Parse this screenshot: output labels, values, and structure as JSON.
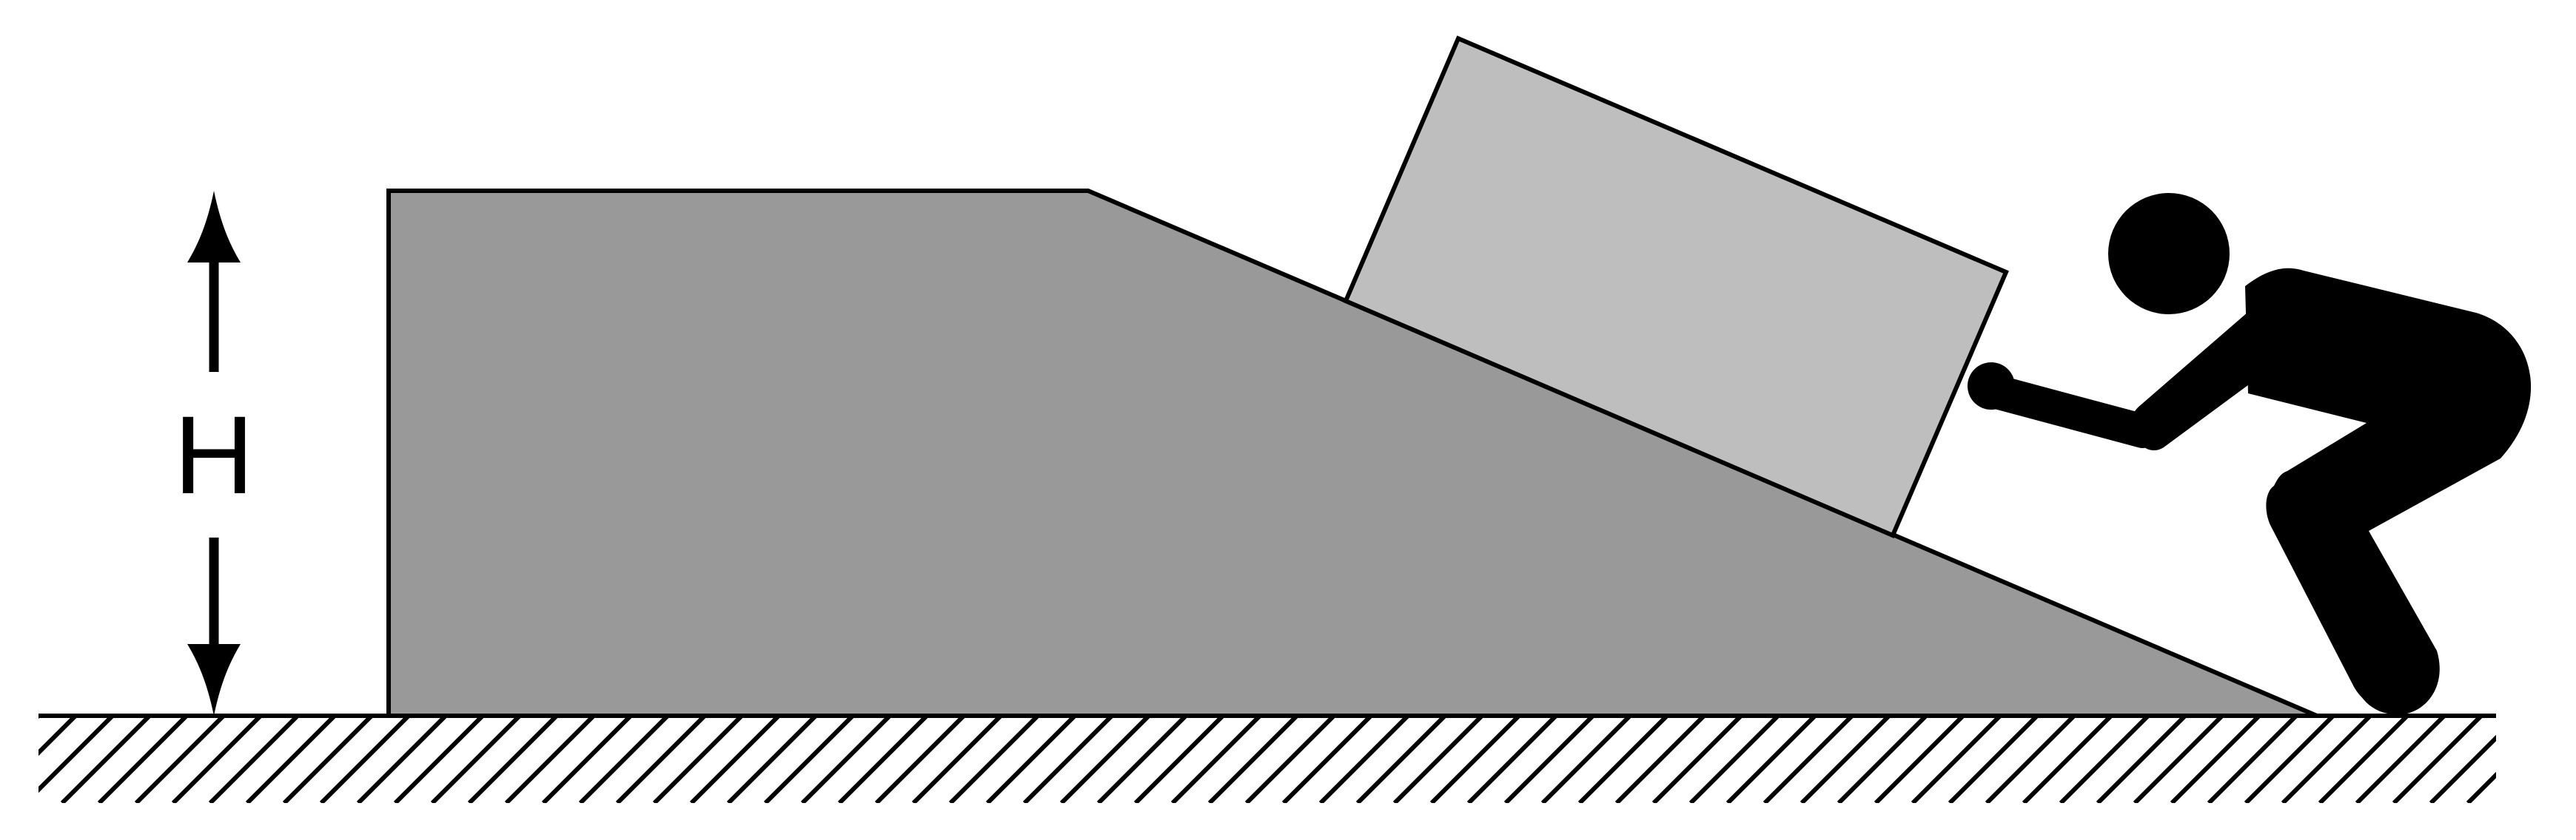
{
  "height_label": "H",
  "colors": {
    "ramp_fill": "#999999",
    "box_fill": "#bebebe",
    "outline": "#000000",
    "figure": "#000000",
    "background": "#ffffff"
  },
  "icons": {
    "person": "person-pushing-icon",
    "ground": "hatched-ground",
    "arrow": "double-headed-dimension-arrow"
  }
}
